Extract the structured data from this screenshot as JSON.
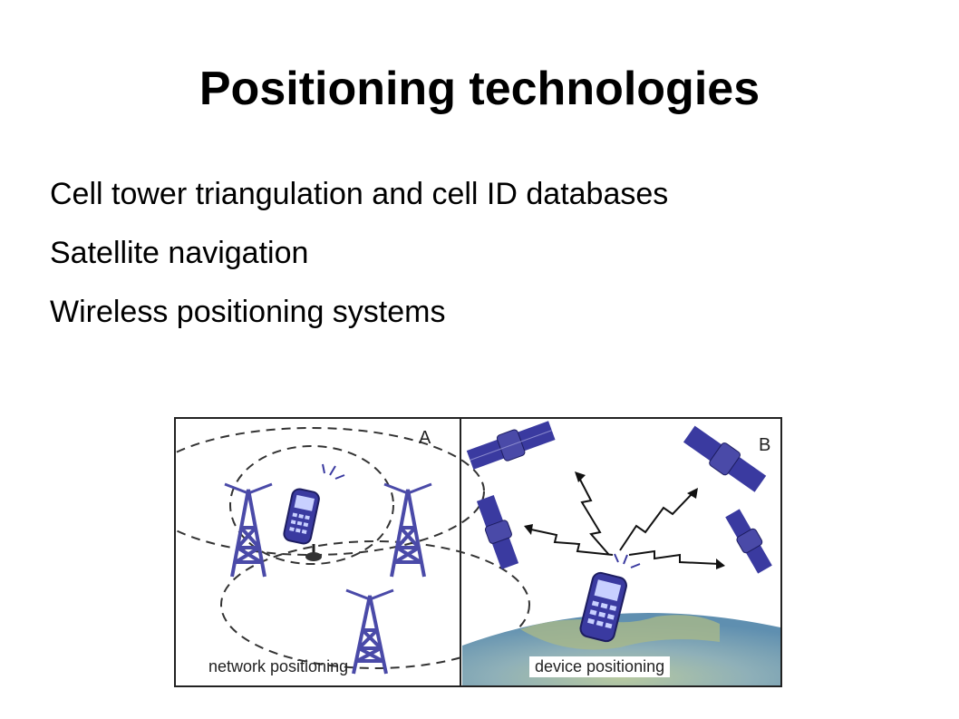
{
  "slide": {
    "title": "Positioning technologies",
    "bullets": [
      "Cell tower triangulation and cell ID databases",
      "Satellite navigation",
      "Wireless positioning systems"
    ]
  },
  "figure": {
    "panel_a": {
      "letter": "A",
      "caption": "network positioning"
    },
    "panel_b": {
      "letter": "B",
      "caption": "device positioning"
    }
  },
  "colors": {
    "device": "#3a3aa0",
    "tower": "#4a4aa8",
    "earth_ocean": "#6f9fb8",
    "earth_land": "#9fb07a"
  }
}
